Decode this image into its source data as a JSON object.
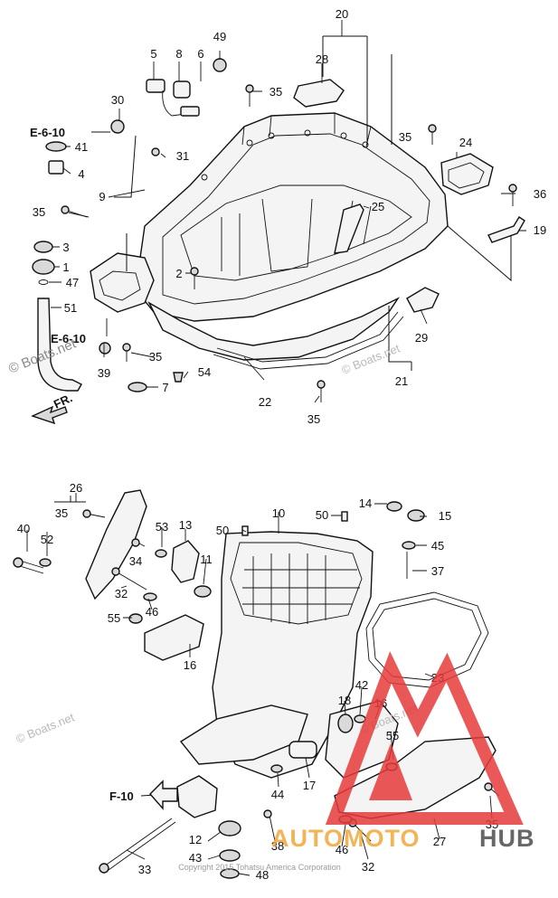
{
  "diagram": {
    "upper_labels": [
      "20",
      "28",
      "5",
      "8",
      "6",
      "49",
      "35",
      "30",
      "E-6-10",
      "41",
      "4",
      "31",
      "9",
      "24",
      "35",
      "36",
      "25",
      "35",
      "3",
      "1",
      "47",
      "2",
      "19",
      "51",
      "E-6-10",
      "29",
      "39",
      "35",
      "54",
      "7",
      "21",
      "22",
      "35"
    ],
    "lower_labels": [
      "26",
      "35",
      "40",
      "52",
      "53",
      "13",
      "50",
      "10",
      "50",
      "14",
      "15",
      "34",
      "11",
      "45",
      "37",
      "32",
      "55",
      "46",
      "16",
      "23",
      "42",
      "18",
      "16",
      "55",
      "F-10",
      "17",
      "44",
      "12",
      "38",
      "43",
      "48",
      "33",
      "46",
      "32",
      "27",
      "35"
    ],
    "direction_label": "FR.",
    "watermarks": [
      "© Boats.net",
      "© Boats.net",
      "© Boats.net",
      "© Boats.net"
    ],
    "copyright": "Copyright 2015 Tohatsu America Corporation",
    "logo_part1": "AUTOMOTO",
    "logo_part2": "HUB",
    "colors": {
      "line": "#111111",
      "logo_red": "#e63b3b",
      "logo_orange": "#f0a83a",
      "logo_gray": "#4d4d4d"
    }
  }
}
